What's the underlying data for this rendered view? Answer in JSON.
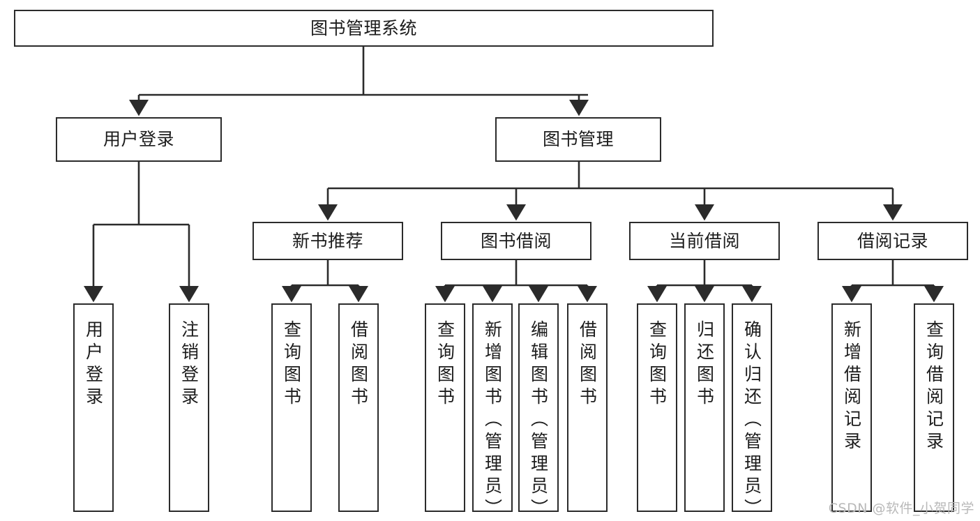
{
  "diagram": {
    "type": "tree",
    "title": "图书管理系统",
    "watermark": "CSDN @软件_小贺同学",
    "colors": {
      "box_border": "#2b2b2b",
      "box_fill": "#ffffff",
      "edge": "#2b2b2b",
      "text": "#1c1c1c",
      "watermark": "#b9b9b9",
      "background": "#ffffff"
    },
    "root": {
      "label": "图书管理系统"
    },
    "level2": [
      {
        "label": "用户登录"
      },
      {
        "label": "图书管理"
      }
    ],
    "level3": [
      {
        "label": "新书推荐"
      },
      {
        "label": "图书借阅"
      },
      {
        "label": "当前借阅"
      },
      {
        "label": "借阅记录"
      }
    ],
    "leaves": {
      "user_login": [
        {
          "label": "用户登录"
        },
        {
          "label": "注销登录"
        }
      ],
      "new_book_recommend": [
        {
          "label": "查询图书"
        },
        {
          "label": "借阅图书"
        }
      ],
      "book_borrow": [
        {
          "label": "查询图书"
        },
        {
          "label": "新增图书（管理员）"
        },
        {
          "label": "编辑图书（管理员）"
        },
        {
          "label": "借阅图书"
        }
      ],
      "current_borrow": [
        {
          "label": "查询图书"
        },
        {
          "label": "归还图书"
        },
        {
          "label": "确认归还（管理员）"
        }
      ],
      "borrow_record": [
        {
          "label": "新增借阅记录"
        },
        {
          "label": "查询借阅记录"
        }
      ]
    }
  }
}
